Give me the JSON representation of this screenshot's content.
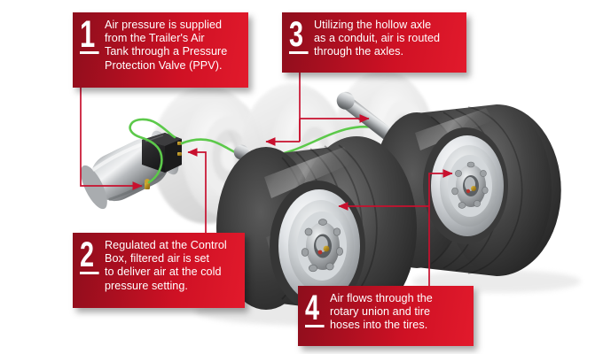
{
  "meta": {
    "title": "Trailer Tire Inflation System Airflow Diagram",
    "background_color": "#ffffff"
  },
  "colors": {
    "callout_red_dark": "#8d0e1c",
    "callout_red_bright": "#e21a2c",
    "leader_red": "#c8102e",
    "air_line_green": "#5cc94a",
    "tire_dark": "#2e2e2e",
    "chrome_light": "#e8eaec",
    "ghost_gray": "#e3e3e3",
    "text_white": "#ffffff"
  },
  "callouts": [
    {
      "number": "1",
      "text": "Air pressure is supplied\nfrom the Trailer's Air\nTank through a Pressure\nProtection Valve (PPV).",
      "points_to": "air-tank-valve"
    },
    {
      "number": "2",
      "text": "Regulated at the Control\nBox, filtered air is set\nto deliver air at the cold\npressure setting.",
      "points_to": "control-box"
    },
    {
      "number": "3",
      "text": "Utilizing the hollow axle\nas a conduit, air is routed\nthrough the axles.",
      "points_to": "axle-shaft"
    },
    {
      "number": "4",
      "text": "Air flows through the\nrotary union and tire\nhoses into the tires.",
      "points_to": "rotary-union-hubs"
    }
  ],
  "illustration": {
    "components": [
      {
        "name": "air-tank",
        "label": "Trailer Air Tank",
        "kind": "cylinder"
      },
      {
        "name": "control-box",
        "label": "Control Box",
        "kind": "box"
      },
      {
        "name": "air-line",
        "label": "Green Air Line",
        "kind": "hose"
      },
      {
        "name": "axle-shaft",
        "label": "Hollow Axle",
        "kind": "shaft"
      },
      {
        "name": "wheel-front",
        "label": "Front Dual Wheel",
        "kind": "wheel"
      },
      {
        "name": "wheel-rear",
        "label": "Rear Dual Wheel",
        "kind": "wheel"
      },
      {
        "name": "ghost-wheel-left",
        "label": "Background Wheel",
        "kind": "wheel-ghost"
      },
      {
        "name": "ghost-wheel-mid",
        "label": "Background Wheel",
        "kind": "wheel-ghost"
      },
      {
        "name": "rotary-union",
        "label": "Rotary Union",
        "kind": "hub-fitting"
      }
    ]
  }
}
